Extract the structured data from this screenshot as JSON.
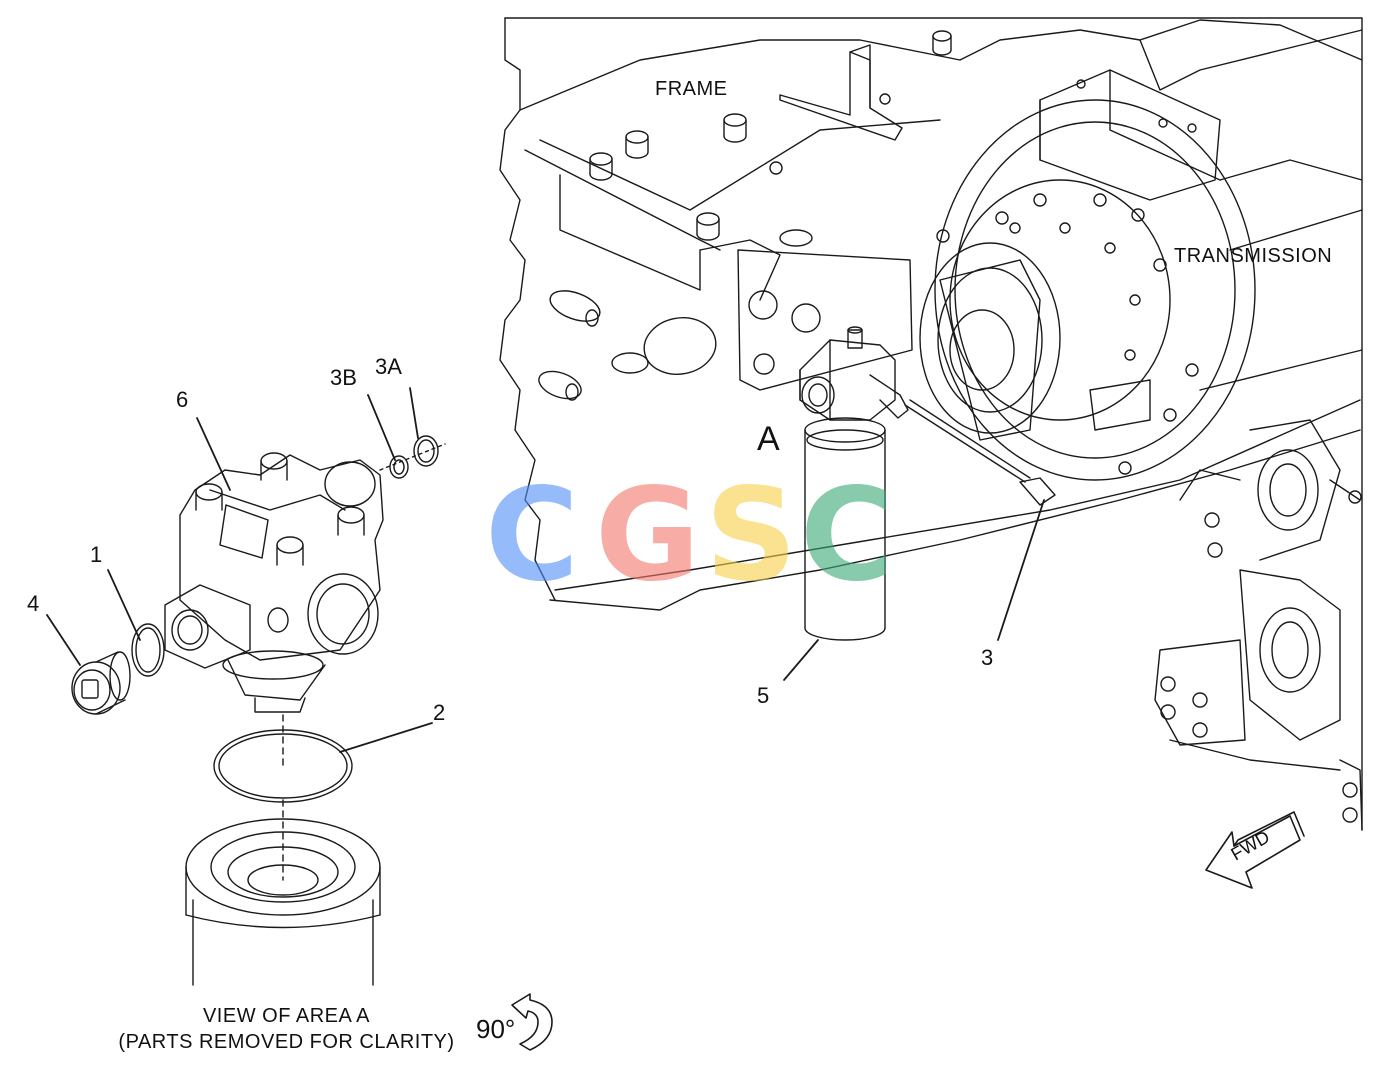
{
  "area_labels": {
    "frame": "FRAME",
    "transmission": "TRANSMISSION",
    "view_area": "A"
  },
  "callouts": {
    "p1": "1",
    "p2": "2",
    "p3": "3",
    "p3a": "3A",
    "p3b": "3B",
    "p4": "4",
    "p5": "5",
    "p6": "6"
  },
  "caption": {
    "line1": "VIEW OF AREA A",
    "line2": "(PARTS REMOVED FOR CLARITY)",
    "rotation": "90°"
  },
  "direction_arrow": {
    "label": "FWD"
  },
  "watermark": {
    "letters": [
      "C",
      "G",
      "S",
      "C"
    ],
    "colors": [
      "#4f8ef7",
      "#f2776b",
      "#f7d048",
      "#3aa876"
    ]
  },
  "colors": {
    "line": "#1a1a1a",
    "background": "#ffffff"
  }
}
